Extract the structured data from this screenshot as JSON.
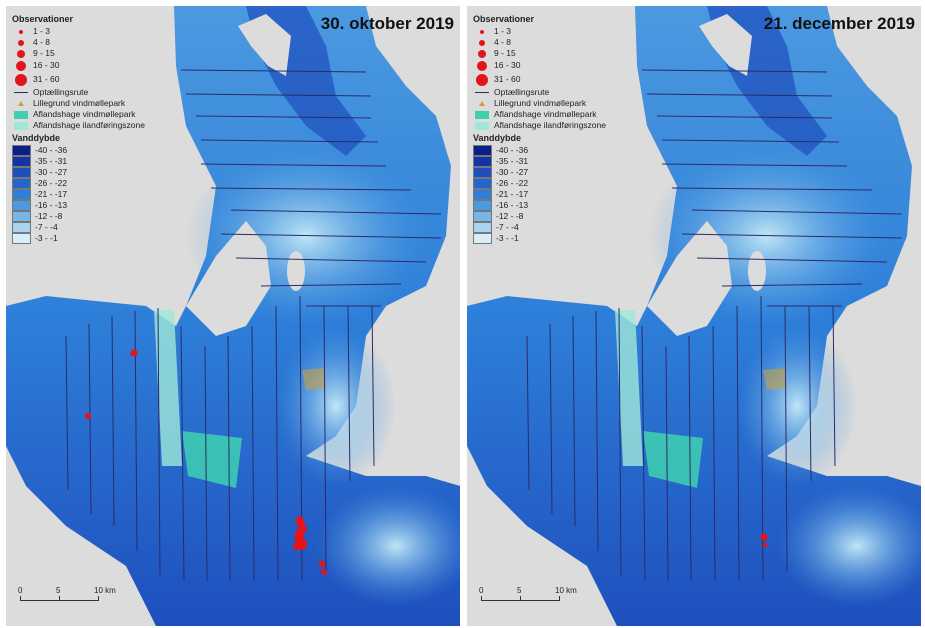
{
  "panels": [
    {
      "date": "30. oktober 2019"
    },
    {
      "date": "21. december 2019"
    }
  ],
  "legend": {
    "observations_title": "Observationer",
    "observation_classes": [
      "1 - 3",
      "4 - 8",
      "9 - 15",
      "16 - 30",
      "31 - 60"
    ],
    "route_label": "Optællingsrute",
    "lillegrund_label": "Lillegrund vindmøllepark",
    "aflandshage_park_label": "Aflandshage vindmøllepark",
    "aflandshage_zone_label": "Aflandshage ilandføringszone",
    "depth_title": "Vanddybde",
    "depth_classes": [
      {
        "label": "-40 - -36",
        "color": "#0a1f8a"
      },
      {
        "label": "-35 - -31",
        "color": "#1433a3"
      },
      {
        "label": "-30 - -27",
        "color": "#1e4fbd"
      },
      {
        "label": "-26 - -22",
        "color": "#2566cc"
      },
      {
        "label": "-21 - -17",
        "color": "#2e7fd9"
      },
      {
        "label": "-16 - -13",
        "color": "#4b99e0"
      },
      {
        "label": "-12 - -8",
        "color": "#78b6e8"
      },
      {
        "label": "-7 - -4",
        "color": "#a8d4f0"
      },
      {
        "label": "-3 - -1",
        "color": "#d6eef8"
      }
    ]
  },
  "scale": {
    "labels": [
      "0",
      "5",
      "10 km"
    ]
  },
  "colors": {
    "land": "#dcdcdc",
    "observation": "#e3141b",
    "route": "#2d2a6b",
    "park": "#3fd0b0",
    "zone": "#9fe8d8"
  }
}
